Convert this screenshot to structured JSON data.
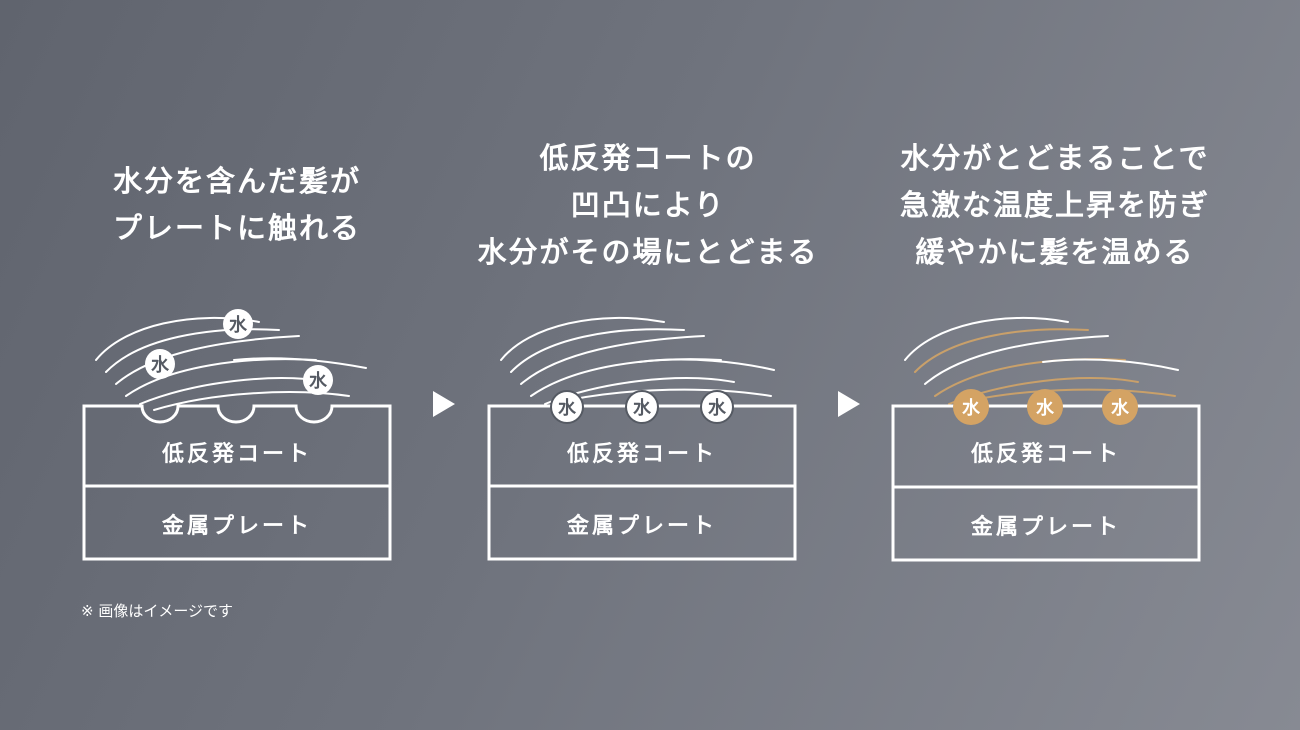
{
  "steps": [
    {
      "caption": [
        "水分を含んだ髪が",
        "プレートに触れる"
      ],
      "layer_top": "低反発コート",
      "layer_bottom": "金属プレート",
      "water": [
        "水",
        "水",
        "水"
      ]
    },
    {
      "caption": [
        "低反発コートの",
        "凹凸により",
        "水分がその場にとどまる"
      ],
      "layer_top": "低反発コート",
      "layer_bottom": "金属プレート",
      "water": [
        "水",
        "水",
        "水"
      ]
    },
    {
      "caption": [
        "水分がとどまることで",
        "急激な温度上昇を防ぎ",
        "緩やかに髪を温める"
      ],
      "layer_top": "低反発コート",
      "layer_bottom": "金属プレート",
      "water": [
        "水",
        "水",
        "水"
      ]
    }
  ],
  "note": "※ 画像はイメージです",
  "colors": {
    "line": "#ffffff",
    "water_fill": "#ffffff",
    "water_text": "#555a63",
    "heated_fill": "#d4a364",
    "heated_hair": "#c9a06a"
  }
}
